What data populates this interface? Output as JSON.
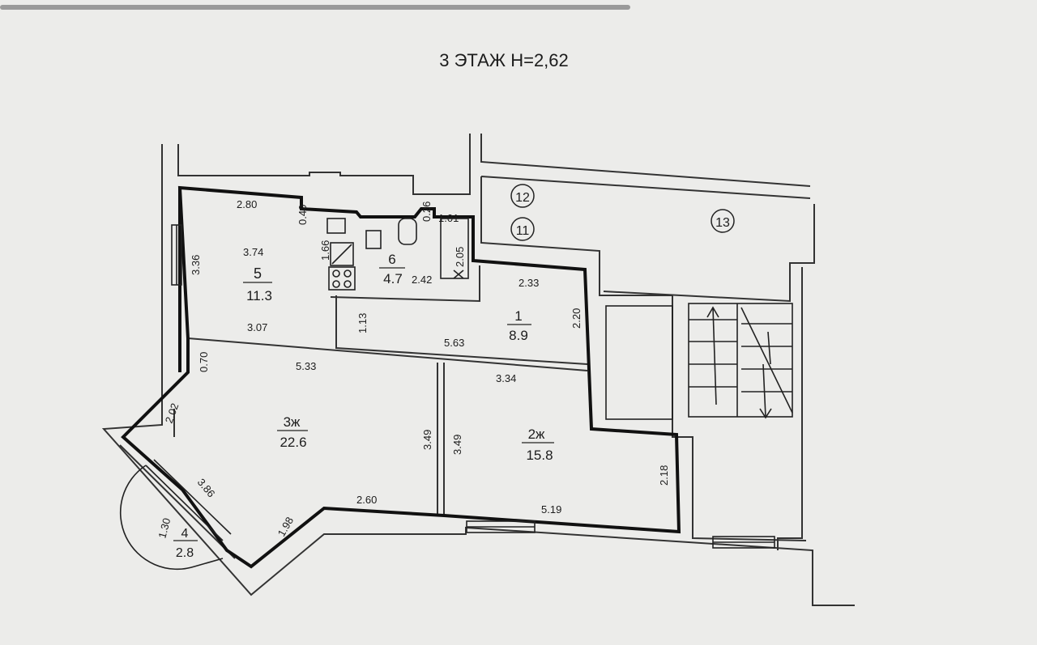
{
  "title": "3 ЭТАЖ  Н=2,62",
  "rooms": [
    {
      "id": "1",
      "area": "8.9"
    },
    {
      "id": "2ж",
      "area": "15.8"
    },
    {
      "id": "3ж",
      "area": "22.6"
    },
    {
      "id": "4",
      "area": "2.8"
    },
    {
      "id": "5",
      "area": "11.3"
    },
    {
      "id": "6",
      "area": "4.7"
    }
  ],
  "markers": [
    "11",
    "12",
    "13"
  ],
  "dimensions": {
    "d_2_80": "2.80",
    "d_0_40": "0.40",
    "d_3_74": "3.74",
    "d_3_36": "3.36",
    "d_1_66": "1.66",
    "d_0_26": "0.26",
    "d_1_01": "1.01",
    "d_2_05": "2.05",
    "d_2_42": "2.42",
    "d_2_33": "2.33",
    "d_3_07": "3.07",
    "d_1_13": "1.13",
    "d_2_20": "2.20",
    "d_5_63": "5.63",
    "d_0_70": "0.70",
    "d_5_33": "5.33",
    "d_3_34": "3.34",
    "d_2_02": "2.02",
    "d_3_49a": "3.49",
    "d_3_49b": "3.49",
    "d_3_86": "3.86",
    "d_2_18": "2.18",
    "d_2_60": "2.60",
    "d_5_19": "5.19",
    "d_1_30": "1.30",
    "d_1_98": "1.98"
  }
}
